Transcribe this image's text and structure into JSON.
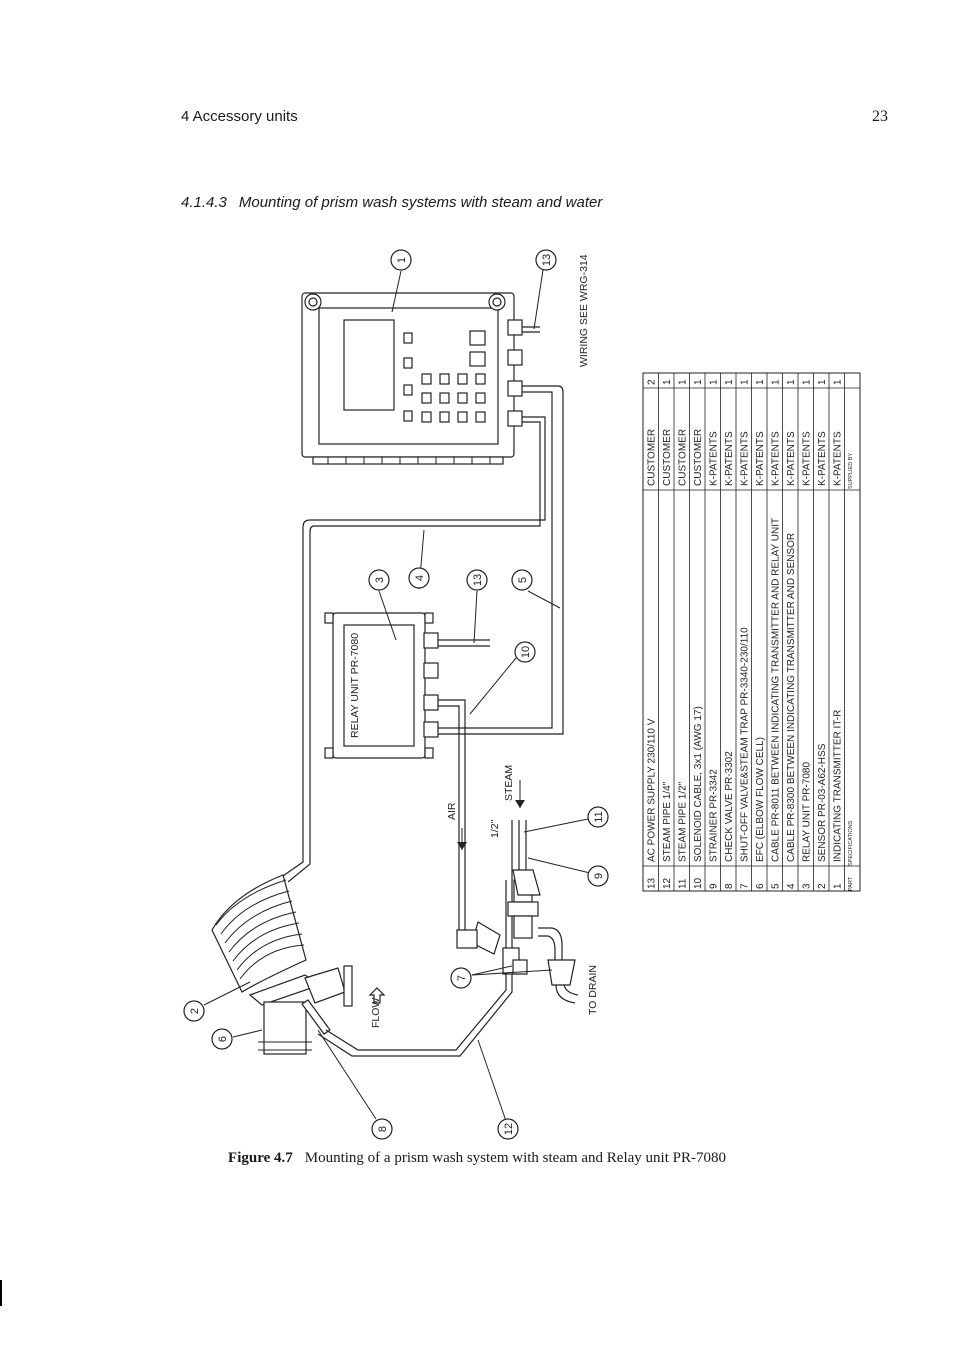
{
  "header": {
    "section_title": "4 Accessory units",
    "page_number": "23"
  },
  "subsection": {
    "number": "4.1.4.3",
    "title": "Mounting of prism wash systems with steam and water"
  },
  "figure": {
    "caption_label": "Figure 4.7",
    "caption_text": "Mounting of a prism wash system with steam and Relay unit PR-7080",
    "labels": {
      "wiring": "WIRING SEE WRG-314",
      "relay_unit": "RELAY UNIT PR-7080",
      "air": "AIR",
      "steam": "STEAM",
      "half_inch": "1/2\"",
      "to_drain": "TO DRAIN",
      "flow": "FLOW"
    },
    "balloons": [
      {
        "num": "1"
      },
      {
        "num": "13"
      },
      {
        "num": "3"
      },
      {
        "num": "4"
      },
      {
        "num": "13"
      },
      {
        "num": "5"
      },
      {
        "num": "10"
      },
      {
        "num": "11"
      },
      {
        "num": "9"
      },
      {
        "num": "7"
      },
      {
        "num": "2"
      },
      {
        "num": "6"
      },
      {
        "num": "8"
      },
      {
        "num": "12"
      }
    ]
  },
  "parts_table": {
    "header": {
      "part": "PART",
      "specifications": "SPECIFICATIONS",
      "supplied_by": "SUPPLIED BY"
    },
    "rows": [
      {
        "part": "13",
        "spec": "AC POWER SUPPLY 230/110 V",
        "supplier": "CUSTOMER",
        "qty": "2"
      },
      {
        "part": "12",
        "spec": "STEAM PIPE 1/4\"",
        "supplier": "CUSTOMER",
        "qty": "1"
      },
      {
        "part": "11",
        "spec": "STEAM PIPE 1/2\"",
        "supplier": "CUSTOMER",
        "qty": "1"
      },
      {
        "part": "10",
        "spec": "SOLENOID CABLE, 3x1 (AWG 17)",
        "supplier": "CUSTOMER",
        "qty": "1"
      },
      {
        "part": "9",
        "spec": "STRAINER PR-3342",
        "supplier": "K-PATENTS",
        "qty": "1"
      },
      {
        "part": "8",
        "spec": "CHECK VALVE PR-3302",
        "supplier": "K-PATENTS",
        "qty": "1"
      },
      {
        "part": "7",
        "spec": "SHUT-OFF VALVE&STEAM TRAP PR-3340-230/110",
        "supplier": "K-PATENTS",
        "qty": "1"
      },
      {
        "part": "6",
        "spec": "EFC (ELBOW FLOW CELL)",
        "supplier": "K-PATENTS",
        "qty": "1"
      },
      {
        "part": "5",
        "spec": "CABLE PR-8011 BETWEEN INDICATING TRANSMITTER AND RELAY UNIT",
        "supplier": "K-PATENTS",
        "qty": "1"
      },
      {
        "part": "4",
        "spec": "CABLE PR-8300 BETWEEN INDICATING TRANSMITTER AND SENSOR",
        "supplier": "K-PATENTS",
        "qty": "1"
      },
      {
        "part": "3",
        "spec": "RELAY UNIT PR-7080",
        "supplier": "K-PATENTS",
        "qty": "1"
      },
      {
        "part": "2",
        "spec": "SENSOR PR-03-A62-HSS",
        "supplier": "K-PATENTS",
        "qty": "1"
      },
      {
        "part": "1",
        "spec": "INDICATING TRANSMITTER IT-R",
        "supplier": "K-PATENTS",
        "qty": "1"
      }
    ]
  }
}
